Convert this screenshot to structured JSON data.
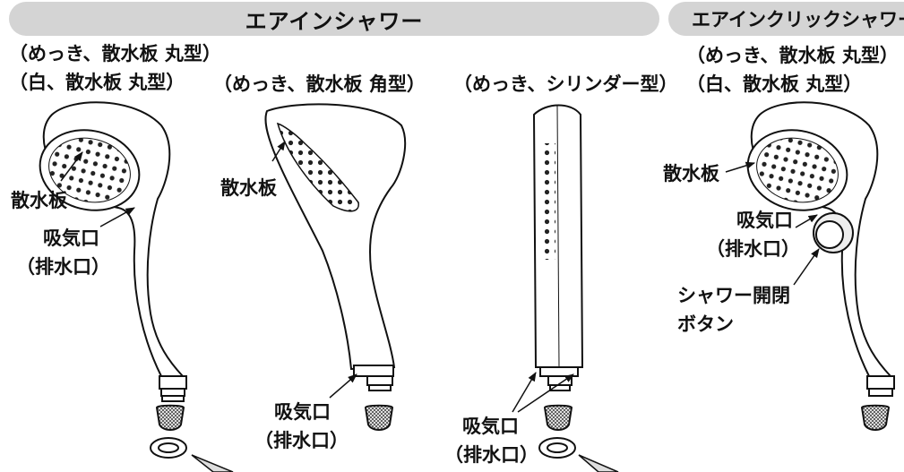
{
  "header": {
    "left_title": "エアインシャワー",
    "right_title": "エアインクリックシャワー"
  },
  "labels": {
    "p1_variant_1": "（めっき、散水板 丸型）",
    "p1_variant_2": "（白、散水板 丸型）",
    "p1_spray_plate": "散水板",
    "p1_air_intake": "吸気口",
    "p1_drain": "（排水口）",
    "p2_variant": "（めっき、散水板 角型）",
    "p2_spray_plate": "散水板",
    "p2_air_intake": "吸気口",
    "p2_drain": "（排水口）",
    "p3_variant": "（めっき、シリンダー型）",
    "p3_air_intake": "吸気口",
    "p3_drain": "（排水口）",
    "p4_variant_1": "（めっき、散水板 丸型）",
    "p4_variant_2": "（白、散水板 丸型）",
    "p4_spray_plate": "散水板",
    "p4_air_intake": "吸気口",
    "p4_drain": "（排水口）",
    "p4_button_1": "シャワー開閉",
    "p4_button_2": "ボタン"
  }
}
